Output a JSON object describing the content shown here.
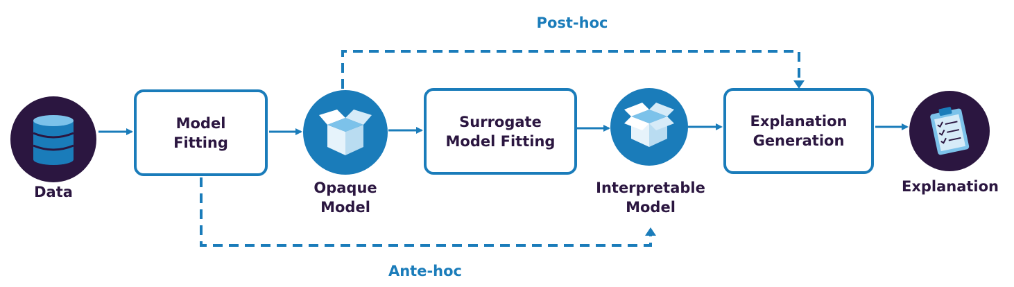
{
  "nodes": {
    "data": {
      "label": "Data",
      "icon": "database-icon"
    },
    "model_fitting": {
      "label": "Model\nFitting"
    },
    "opaque_model": {
      "label": "Opaque\nModel",
      "icon": "open-box-icon"
    },
    "surrogate_fitting": {
      "label": "Surrogate\nModel Fitting"
    },
    "interpretable_model": {
      "label": "Interpretable\nModel",
      "icon": "closed-box-icon"
    },
    "explanation_generation": {
      "label": "Explanation\nGeneration"
    },
    "explanation": {
      "label": "Explanation",
      "icon": "clipboard-checklist-icon"
    }
  },
  "paths": {
    "post_hoc": "Post-hoc",
    "ante_hoc": "Ante-hoc"
  },
  "colors": {
    "accent": "#1a7cba",
    "dark": "#2b1640",
    "text": "#2b1640"
  }
}
